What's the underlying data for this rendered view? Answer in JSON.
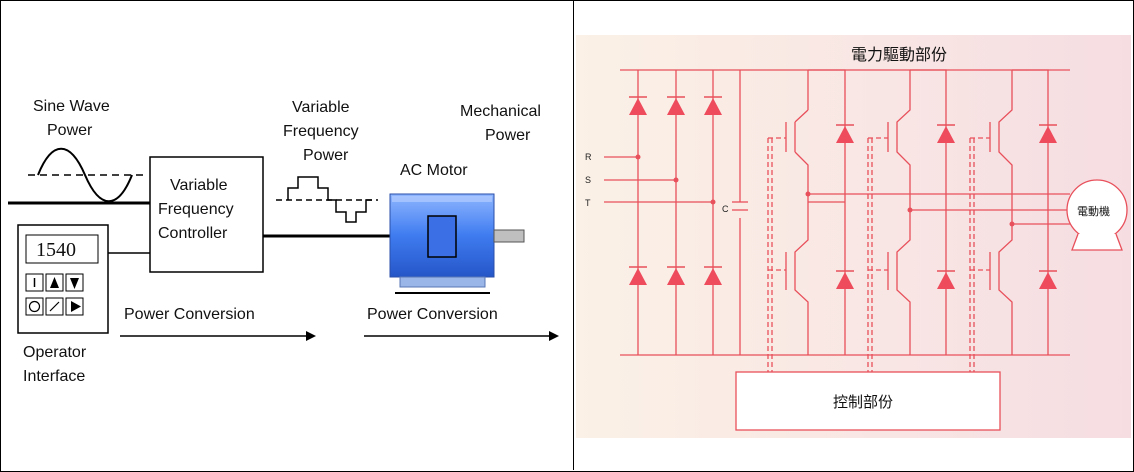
{
  "left_diagram": {
    "sine_wave_power": [
      "Sine Wave",
      "Power"
    ],
    "variable_frequency_power": [
      "Variable",
      "Frequency",
      "Power"
    ],
    "mechanical_power": [
      "Mechanical",
      "Power"
    ],
    "controller": [
      "Variable",
      "Frequency",
      "Controller"
    ],
    "ac_motor": "AC Motor",
    "keypad_display": "1540",
    "power_conversion_1": "Power Conversion",
    "power_conversion_2": "Power Conversion",
    "operator_interface": [
      "Operator",
      "Interface"
    ]
  },
  "right_diagram": {
    "title": "電力驅動部份",
    "inputs": [
      "R",
      "S",
      "T"
    ],
    "capacitor": "C",
    "motor": "電動機",
    "control": "控制部份",
    "colors": {
      "line": "#e8505b",
      "diode": "#ee4b5c",
      "bg_left": "#fbf1e6",
      "bg_right": "#f6dde2"
    }
  }
}
